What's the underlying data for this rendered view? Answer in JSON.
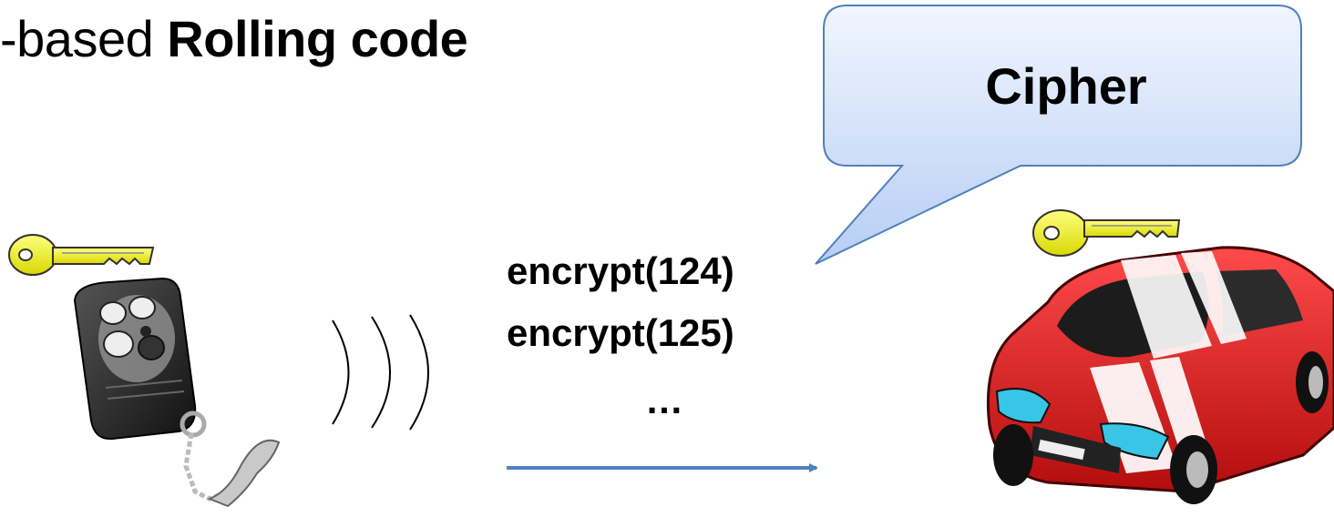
{
  "title": {
    "prefix": "-based ",
    "bold": "Rolling code"
  },
  "callout": {
    "label": "Cipher"
  },
  "messages": [
    "encrypt(124)",
    "encrypt(125)"
  ],
  "ellipsis": "…",
  "colors": {
    "callout_fill_top": "#eef4ff",
    "callout_fill_bottom": "#b8cff6",
    "callout_stroke": "#4f81bd",
    "arrow": "#4f81bd",
    "key": "#f2f200",
    "car": "#dd1a1a"
  },
  "icons": [
    "key-icon",
    "key-fob-icon",
    "radio-waves-icon",
    "car-icon"
  ]
}
